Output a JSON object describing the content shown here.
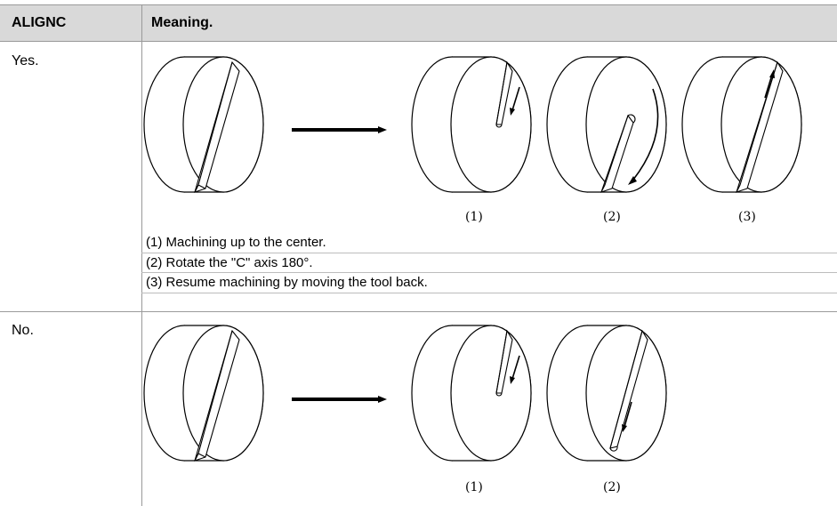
{
  "table": {
    "header": {
      "col1": "ALIGNC",
      "col2": "Meaning."
    },
    "rows": [
      {
        "label": "Yes.",
        "captions": [
          "(1)",
          "(2)",
          "(3)"
        ],
        "notes": [
          "(1) Machining up to the center.",
          "(2) Rotate the \"C\" axis 180°.",
          "(3) Resume machining by moving the tool back."
        ]
      },
      {
        "label": "No.",
        "captions": [
          "(1)",
          "(2)"
        ]
      }
    ]
  }
}
